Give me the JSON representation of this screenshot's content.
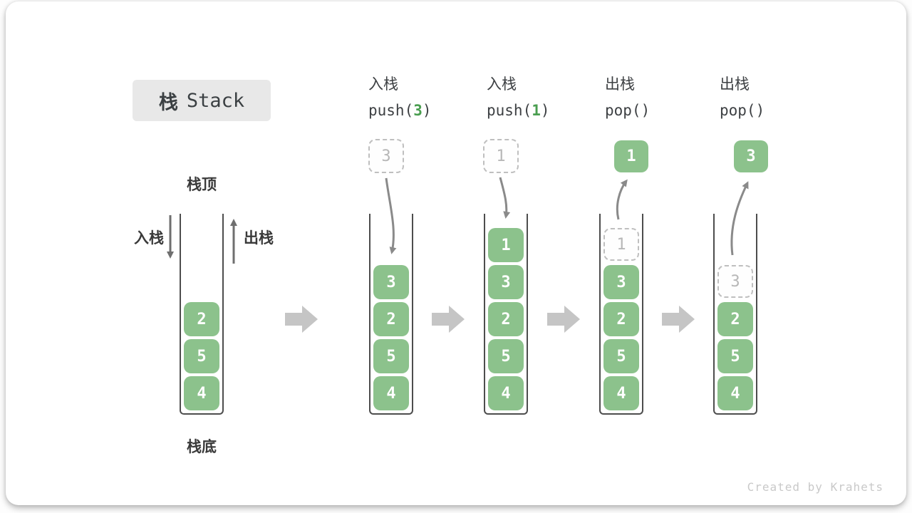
{
  "title_box": {
    "cjk": "栈",
    "latin": "Stack"
  },
  "side_labels": {
    "stack_top": "栈顶",
    "stack_bottom": "栈底",
    "push_in": "入栈",
    "pop_out": "出栈"
  },
  "columns": [
    {
      "name": "initial-state",
      "blocks": [
        "2",
        "5",
        "4"
      ]
    },
    {
      "name": "push-3",
      "header": {
        "op": "入栈",
        "code_pre": "push(",
        "code_arg": "3",
        "code_post": ")"
      },
      "incoming_value": "3",
      "blocks": [
        "3",
        "2",
        "5",
        "4"
      ]
    },
    {
      "name": "push-1",
      "header": {
        "op": "入栈",
        "code_pre": "push(",
        "code_arg": "1",
        "code_post": ")"
      },
      "incoming_value": "1",
      "blocks": [
        "1",
        "3",
        "2",
        "5",
        "4"
      ]
    },
    {
      "name": "pop-1",
      "header": {
        "op": "出栈",
        "code_pre": "pop(",
        "code_arg": "",
        "code_post": ")"
      },
      "outgoing_value": "1",
      "ghost_value": "1",
      "blocks": [
        "3",
        "2",
        "5",
        "4"
      ]
    },
    {
      "name": "pop-3",
      "header": {
        "op": "出栈",
        "code_pre": "pop(",
        "code_arg": "",
        "code_post": ")"
      },
      "outgoing_value": "3",
      "ghost_value": "3",
      "blocks": [
        "2",
        "5",
        "4"
      ]
    }
  ],
  "watermark": "Created by Krahets",
  "colors": {
    "block_green": "#8cc28c",
    "code_arg_green": "#4a9e50",
    "curved_arrow_gray": "#8a8a8a",
    "straight_arrow_gray": "#6f6f6f",
    "flow_arrow_gray": "#c5c5c5",
    "ghost_gray": "#bfbfbf",
    "text_dark": "#3d4043",
    "title_box_bg": "#e8e8e8"
  }
}
